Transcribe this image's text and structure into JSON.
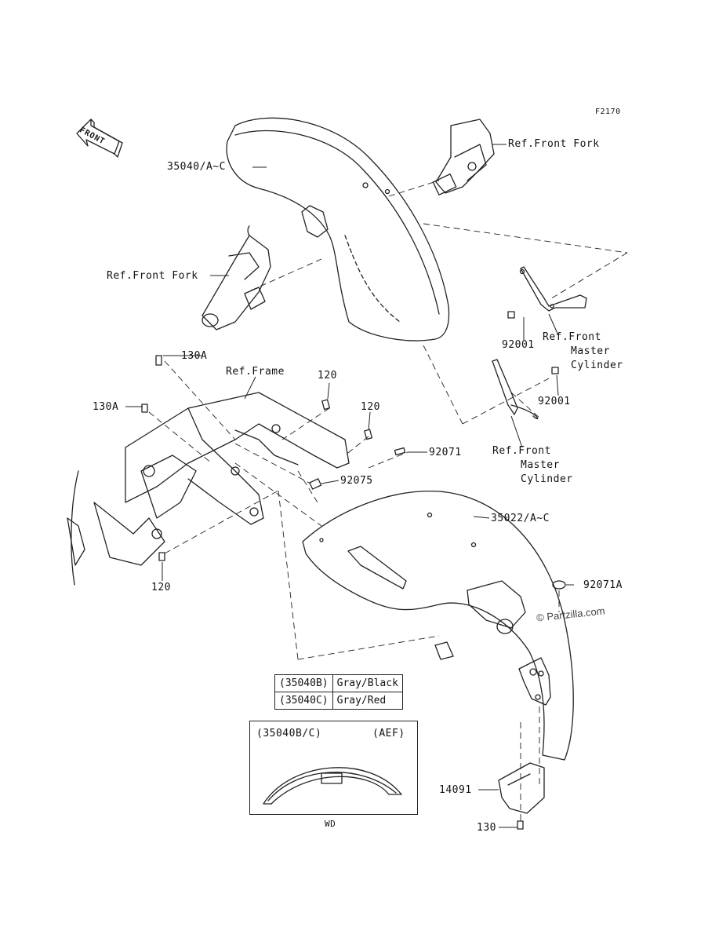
{
  "figure_code": "F2170",
  "front_label": "FRONT",
  "parts": {
    "p35040": "35040/A~C",
    "p35022": "35022/A~C",
    "p92001_left": "92001",
    "p92001_right": "92001",
    "p130A_top": "130A",
    "p130A_left": "130A",
    "p120_a": "120",
    "p120_b": "120",
    "p120_c": "120",
    "p92071": "92071",
    "p92075": "92075",
    "p92071A": "92071A",
    "p14091": "14091",
    "p130": "130"
  },
  "refs": {
    "front_fork_upper": "Ref.Front Fork",
    "front_fork_left": "Ref.Front Fork",
    "frame": "Ref.Frame",
    "master_cyl_upper": [
      "Ref.Front",
      "Master",
      "Cylinder"
    ],
    "master_cyl_lower": [
      "Ref.Front",
      "Master",
      "Cylinder"
    ]
  },
  "color_table": [
    {
      "code": "(35040B)",
      "color": "Gray/Black"
    },
    {
      "code": "(35040C)",
      "color": "Gray/Red"
    }
  ],
  "inset": {
    "code": "(35040B/C)",
    "market": "(AEF)",
    "caption": "WD"
  },
  "watermark": "Partzilla.com",
  "watermark_symbol": "©"
}
